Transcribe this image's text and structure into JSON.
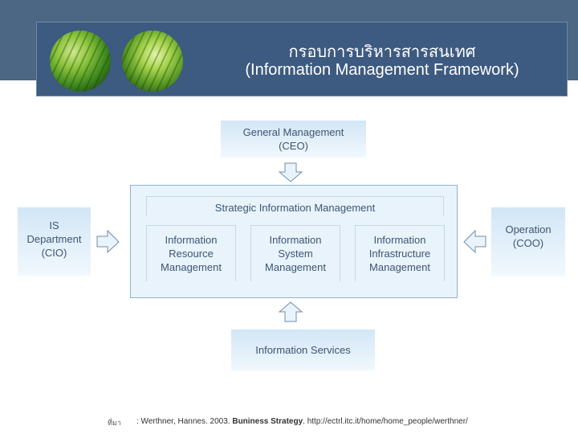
{
  "title": {
    "thai": "กรอบการบริหารสารสนเทศ",
    "english": "(Information Management Framework)"
  },
  "boxes": {
    "ceo": {
      "line1": "General Management",
      "line2": "(CEO)"
    },
    "cio": {
      "line1": "IS",
      "line2": "Department",
      "line3": "(CIO)"
    },
    "coo": {
      "line1": "Operation",
      "line2": "(COO)"
    },
    "services": "Information Services"
  },
  "strategic": {
    "header": "Strategic Information Management",
    "components": [
      {
        "line1": "Information",
        "line2": "Resource",
        "line3": "Management"
      },
      {
        "line1": "Information",
        "line2": "System",
        "line3": "Management"
      },
      {
        "line1": "Information",
        "line2": "Infrastructure",
        "line3": "Management"
      }
    ]
  },
  "source": {
    "label": "ที่มา",
    "prefix": ": Werthner, Hannes. 2003. ",
    "book": "Buniness Strategy",
    "suffix": ". http://ectrl.itc.it/home/home_people/werthner/"
  },
  "colors": {
    "band": "#4c6784",
    "title_panel": "#3d5a80",
    "box_gradient_top": "#d2e6f6",
    "box_gradient_bottom": "#f1f8fd",
    "text": "#3e5573"
  }
}
